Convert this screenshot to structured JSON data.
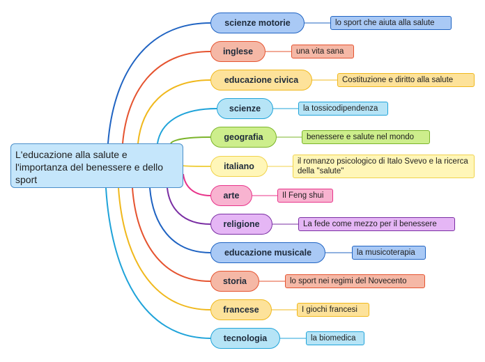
{
  "root": {
    "text": "L'educazione alla salute e l'importanza del benessere e dello sport"
  },
  "branches": [
    {
      "subject": "scienze motorie",
      "note": "lo sport che aiuta alla salute",
      "color": "#1f63c2",
      "fill": "#a9c9f5"
    },
    {
      "subject": "inglese",
      "note": "una vita sana",
      "color": "#e5532f",
      "fill": "#f5b8a6"
    },
    {
      "subject": "educazione civica",
      "note": "Costituzione e  diritto alla salute",
      "color": "#f0b81c",
      "fill": "#fde29a"
    },
    {
      "subject": "scienze",
      "note": "la tossicodipendenza",
      "color": "#1fa3d9",
      "fill": "#b6e4f6"
    },
    {
      "subject": "geografia",
      "note": "benessere e salute nel mondo",
      "color": "#7bb42a",
      "fill": "#cdee8c"
    },
    {
      "subject": "italiano",
      "note": "il romanzo psicologico di Italo Svevo e la ricerca della \"salute\"",
      "color": "#f0d24a",
      "fill": "#fff6b8"
    },
    {
      "subject": "arte",
      "note": "Il Feng shui",
      "color": "#e8338a",
      "fill": "#f8b3d0"
    },
    {
      "subject": "religione",
      "note": "La fede come mezzo per il benessere",
      "color": "#7a2ea3",
      "fill": "#e5b6f5"
    },
    {
      "subject": "educazione musicale",
      "note": "la musicoterapia",
      "color": "#1f63c2",
      "fill": "#a9c9f5"
    },
    {
      "subject": "storia",
      "note": "lo sport nei regimi del Novecento",
      "color": "#e5532f",
      "fill": "#f5b8a6"
    },
    {
      "subject": "francese",
      "note": "I giochi francesi",
      "color": "#f0b81c",
      "fill": "#fde29a"
    },
    {
      "subject": "tecnologia",
      "note": "la biomedica",
      "color": "#1fa3d9",
      "fill": "#b6e4f6"
    }
  ]
}
